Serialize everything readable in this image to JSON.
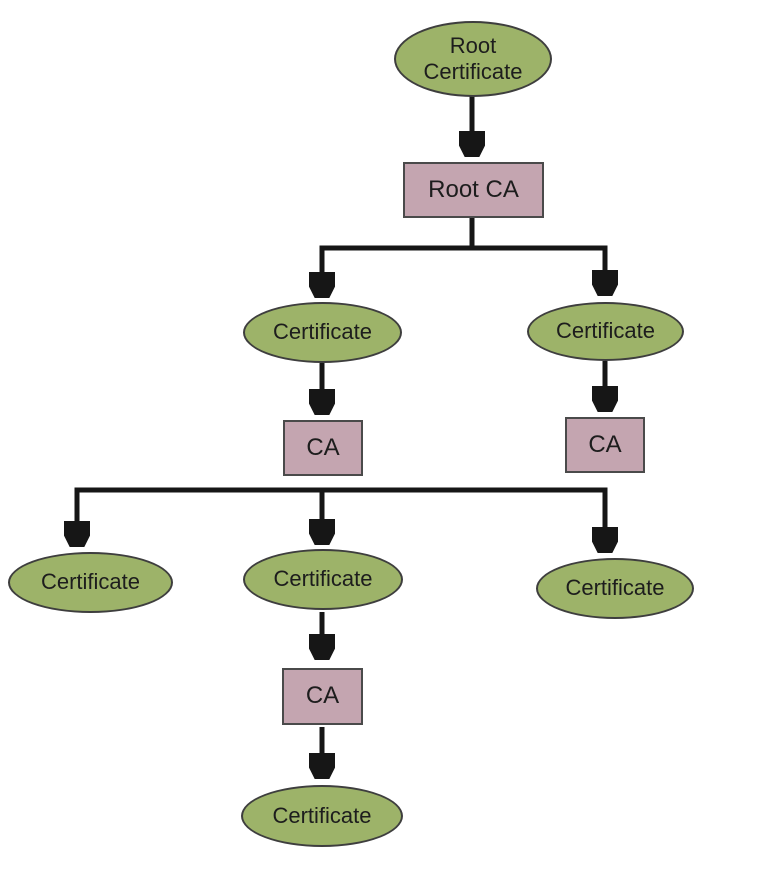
{
  "diagram": {
    "type": "tree",
    "description": "Certificate authority hierarchy diagram",
    "colors": {
      "certificate_fill": "#9DB369",
      "ca_fill": "#C4A5B0",
      "shape_border": "#3e3e3e",
      "connector": "#161616",
      "background": "#ffffff",
      "text": "#1d1d1d"
    },
    "nodes": {
      "root_certificate": {
        "label": "Root Certificate",
        "shape": "ellipse"
      },
      "root_ca": {
        "label": "Root CA",
        "shape": "rect"
      },
      "certificate_left": {
        "label": "Certificate",
        "shape": "ellipse"
      },
      "certificate_right": {
        "label": "Certificate",
        "shape": "ellipse"
      },
      "ca_left": {
        "label": "CA",
        "shape": "rect"
      },
      "ca_right": {
        "label": "CA",
        "shape": "rect"
      },
      "certificate_child_1": {
        "label": "Certificate",
        "shape": "ellipse"
      },
      "certificate_child_2": {
        "label": "Certificate",
        "shape": "ellipse"
      },
      "certificate_child_3": {
        "label": "Certificate",
        "shape": "ellipse"
      },
      "ca_bottom": {
        "label": "CA",
        "shape": "rect"
      },
      "certificate_bottom": {
        "label": "Certificate",
        "shape": "ellipse"
      }
    },
    "edges": [
      {
        "from": "root_certificate",
        "to": "root_ca"
      },
      {
        "from": "root_ca",
        "to": "certificate_left"
      },
      {
        "from": "root_ca",
        "to": "certificate_right"
      },
      {
        "from": "certificate_left",
        "to": "ca_left"
      },
      {
        "from": "certificate_right",
        "to": "ca_right"
      },
      {
        "from": "ca_left",
        "to": "certificate_child_1"
      },
      {
        "from": "ca_left",
        "to": "certificate_child_2"
      },
      {
        "from": "ca_left",
        "to": "certificate_child_3"
      },
      {
        "from": "certificate_child_2",
        "to": "ca_bottom"
      },
      {
        "from": "ca_bottom",
        "to": "certificate_bottom"
      }
    ]
  }
}
